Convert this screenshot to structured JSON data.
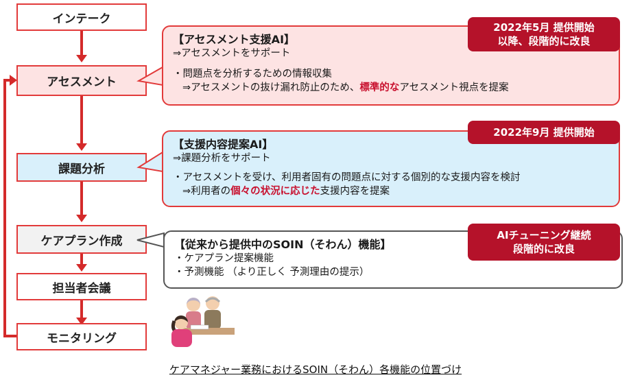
{
  "flow": {
    "steps": [
      "インテーク",
      "アセスメント",
      "課題分析",
      "ケアプラン作成",
      "担当者会議",
      "モニタリング"
    ]
  },
  "callouts": {
    "assessment": {
      "title": "【アセスメント支援AI】",
      "sub": "⇒アセスメントをサポート",
      "line1": "・問題点を分析するための情報収集",
      "line2_pre": "⇒アセスメントの抜け漏れ防止のため、",
      "line2_hl": "標準的な",
      "line2_post": "アセスメント視点を提案",
      "badge_line1": "2022年5月 提供開始",
      "badge_line2": "以降、段階的に改良"
    },
    "analysis": {
      "title": "【支援内容提案AI】",
      "sub": "⇒課題分析をサポート",
      "line1": "・アセスメントを受け、利用者固有の問題点に対する個別的な支援内容を検討",
      "line2_pre": "⇒利用者の",
      "line2_hl": "個々の状況に応じた",
      "line2_post": "支援内容を提案",
      "badge": "2022年9月 提供開始"
    },
    "soin": {
      "title": "【従来から提供中のSOIN（そわん）機能】",
      "line1": "・ケアプラン提案機能",
      "line2": "・予測機能 （より正しく 予測理由の提示）",
      "badge_line1": "AIチューニング継続",
      "badge_line2": "段階的に改良"
    }
  },
  "caption": "ケアマネジャー業務におけるSOIN（そわん）各機能の位置づけ",
  "colors": {
    "red": "#d42a2a",
    "badge": "#b5122a",
    "pink_fill": "#fde3e3",
    "blue_fill": "#d9f0fb",
    "gray_fill": "#f2f2f2"
  }
}
